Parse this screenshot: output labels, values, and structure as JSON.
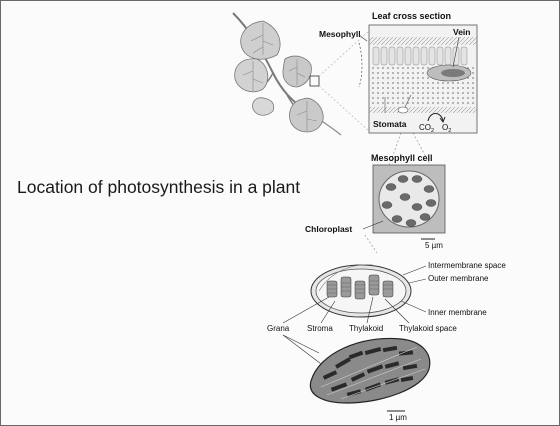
{
  "slide": {
    "title": "Location of photosynthesis in a plant"
  },
  "diagram": {
    "leaf_section": {
      "heading": "Leaf cross section",
      "vein": "Vein",
      "mesophyll": "Mesophyll",
      "stomata": "Stomata",
      "co2": "CO",
      "co2_sub": "2",
      "o2": "O",
      "o2_sub": "2"
    },
    "mesophyll_cell": {
      "heading": "Mesophyll cell",
      "scale": "5 µm"
    },
    "chloroplast": {
      "label": "Chloroplast",
      "intermembrane_space": "Intermembrane space",
      "outer_membrane": "Outer membrane",
      "inner_membrane": "Inner membrane",
      "thylakoid_space": "Thylakoid space",
      "thylakoid": "Thylakoid",
      "stroma": "Stroma",
      "grana": "Grana"
    },
    "micrograph": {
      "scale": "1 µm"
    }
  },
  "colors": {
    "line": "#222222",
    "leaf_fill": "#cfcfcf",
    "leaf_vein": "#8a8a8a",
    "background": "#fbfbfb",
    "micrograph_dark": "#2a2a2a"
  }
}
